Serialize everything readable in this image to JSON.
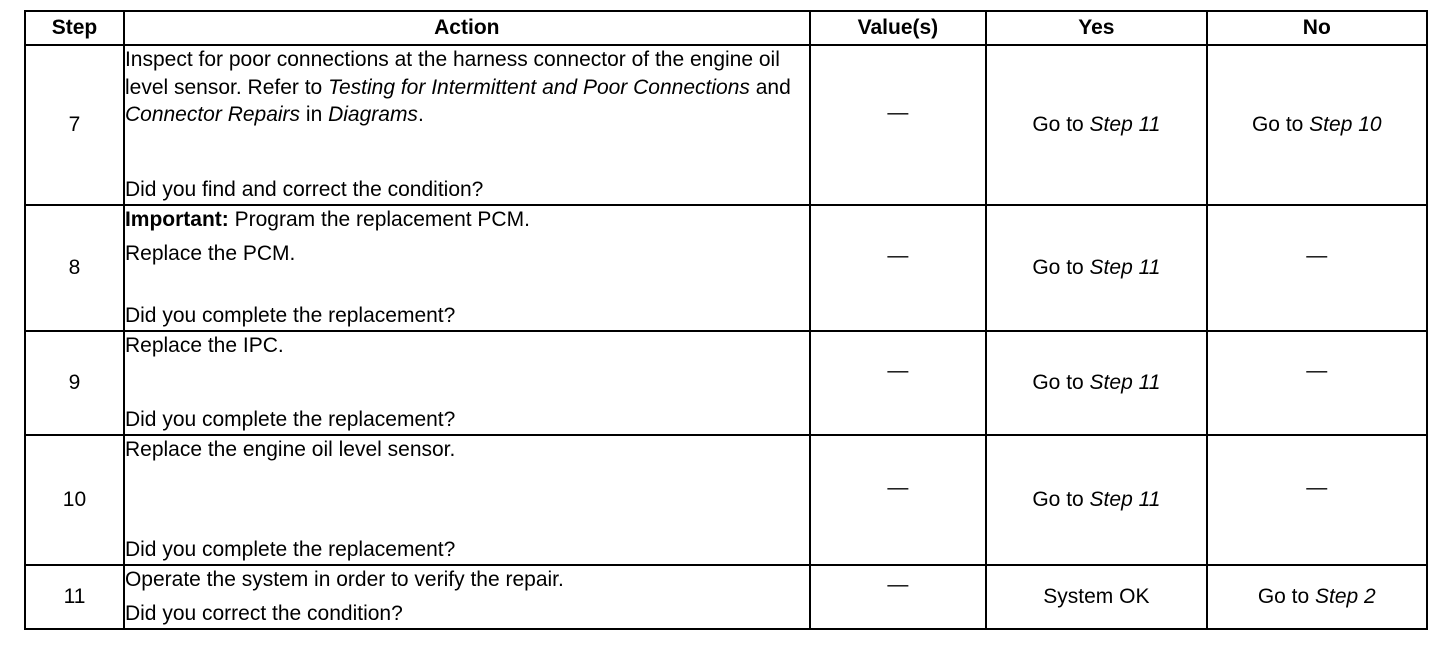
{
  "headers": {
    "step": "Step",
    "action": "Action",
    "values": "Value(s)",
    "yes": "Yes",
    "no": "No"
  },
  "rows": [
    {
      "step": "7",
      "action": {
        "p1_a": "Inspect for poor connections at the harness connector of the engine oil level sensor. Refer to ",
        "p1_b": "Testing for Intermittent and Poor Connections",
        "p1_c": " and ",
        "p1_d": "Connector Repairs",
        "p1_e": " in ",
        "p1_f": "Diagrams",
        "p1_g": ".",
        "question": "Did you find and correct the condition?"
      },
      "value": "—",
      "yes": {
        "prefix": "Go to ",
        "link": "Step 11"
      },
      "no": {
        "prefix": "Go to ",
        "link": "Step 10"
      }
    },
    {
      "step": "8",
      "action": {
        "important_label": "Important:",
        "important_text": " Program the replacement PCM.",
        "instruction": "Replace the PCM.",
        "question": "Did you complete the replacement?"
      },
      "value": "—",
      "yes": {
        "prefix": "Go to ",
        "link": "Step 11"
      },
      "no": "—"
    },
    {
      "step": "9",
      "action": {
        "instruction": "Replace the IPC.",
        "question": "Did you complete the replacement?"
      },
      "value": "—",
      "yes": {
        "prefix": "Go to ",
        "link": "Step 11"
      },
      "no": "—"
    },
    {
      "step": "10",
      "action": {
        "instruction": "Replace the engine oil level sensor.",
        "question": "Did you complete the replacement?"
      },
      "value": "—",
      "yes": {
        "prefix": "Go to ",
        "link": "Step 11"
      },
      "no": "—"
    },
    {
      "step": "11",
      "action": {
        "instruction": "Operate the system in order to verify the repair.",
        "question": "Did you correct the condition?"
      },
      "value": "—",
      "yes": "System OK",
      "no": {
        "prefix": "Go to ",
        "link": "Step 2"
      }
    }
  ]
}
